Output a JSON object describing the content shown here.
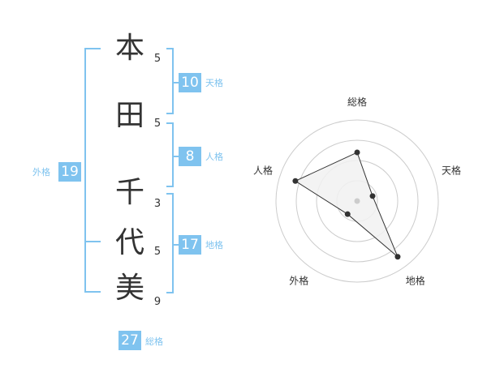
{
  "name": {
    "chars": [
      "本",
      "田",
      "千",
      "代",
      "美"
    ],
    "strokes": [
      "5",
      "5",
      "3",
      "5",
      "9"
    ]
  },
  "kaku": {
    "tenkaku": {
      "label": "天格",
      "value": "10"
    },
    "jinkaku": {
      "label": "人格",
      "value": "8"
    },
    "chikaku": {
      "label": "地格",
      "value": "17"
    },
    "gaikaku": {
      "label": "外格",
      "value": "19"
    },
    "soukaku": {
      "label": "総格",
      "value": "27"
    }
  },
  "chart_data": {
    "type": "radar",
    "axes": [
      "総格",
      "天格",
      "地格",
      "外格",
      "人格"
    ],
    "values": [
      0.6,
      0.2,
      0.85,
      0.2,
      0.8
    ],
    "max": 1,
    "rings": 4,
    "grid": true,
    "colors": {
      "fill": "#f1f1f1",
      "stroke": "#333333",
      "grid": "#cccccc",
      "point": "#333333",
      "center": "#cccccc"
    }
  },
  "colors": {
    "accent": "#7fc3ef",
    "text": "#333333"
  }
}
